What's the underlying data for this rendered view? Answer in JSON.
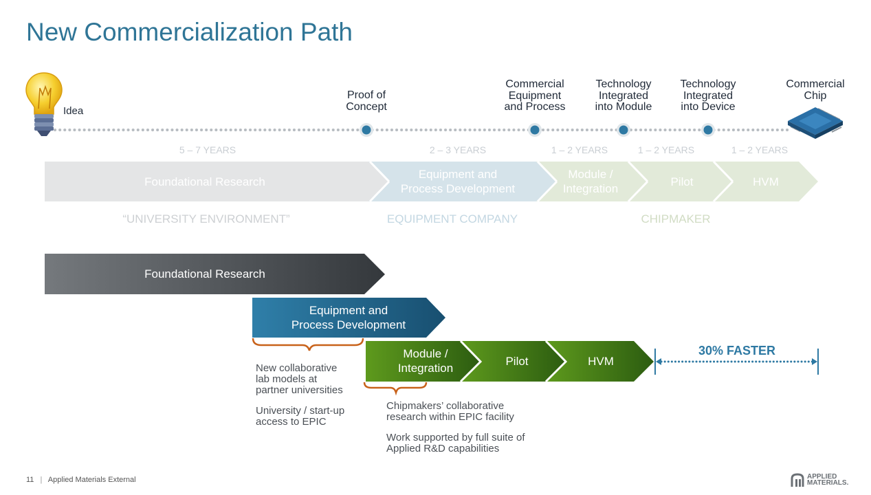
{
  "title": "New Commercialization Path",
  "idea_label": "Idea",
  "milestones": [
    {
      "label": "Proof of\nConcept"
    },
    {
      "label": "Commercial\nEquipment\nand Process"
    },
    {
      "label": "Technology\nIntegrated\ninto Module"
    },
    {
      "label": "Technology\nIntegrated\ninto Device"
    },
    {
      "label": "Commercial\nChip"
    }
  ],
  "durations": [
    "5 – 7 YEARS",
    "2 – 3 YEARS",
    "1 – 2 YEARS",
    "1 – 2 YEARS",
    "1 – 2 YEARS"
  ],
  "old_path": [
    {
      "label": "Foundational Research"
    },
    {
      "label": "Equipment and\nProcess Development"
    },
    {
      "label": "Module /\nIntegration"
    },
    {
      "label": "Pilot"
    },
    {
      "label": "HVM"
    }
  ],
  "environments": [
    "“UNIVERSITY ENVIRONMENT”",
    "EQUIPMENT COMPANY",
    "CHIPMAKER"
  ],
  "new_path": {
    "foundational": "Foundational Research",
    "equipment": "Equipment and\nProcess Development",
    "module": "Module /\nIntegration",
    "pilot": "Pilot",
    "hvm": "HVM"
  },
  "faster_label": "30% FASTER",
  "notes_left": [
    "New collaborative\nlab models at\npartner universities",
    "University / start-up\naccess to EPIC"
  ],
  "notes_right": [
    "Chipmakers’ collaborative\nresearch within EPIC facility",
    "Work supported by full suite of\nApplied R&D capabilities"
  ],
  "footer": {
    "page": "11",
    "separator": "|",
    "text": "Applied Materials External"
  },
  "logo_text": "APPLIED\nMATERIALS.",
  "colors": {
    "title": "#2f7596",
    "dot": "#2e79a3",
    "grey_arrow": "#e4e5e6",
    "blue_arrow": "#d5e3ea",
    "green_arrow": "#e2ead9",
    "dark_arrow": "#3d4247",
    "teal_arrow": "#1f5f82",
    "green_new": "#2f6b12",
    "bracket": "#c8621a"
  }
}
